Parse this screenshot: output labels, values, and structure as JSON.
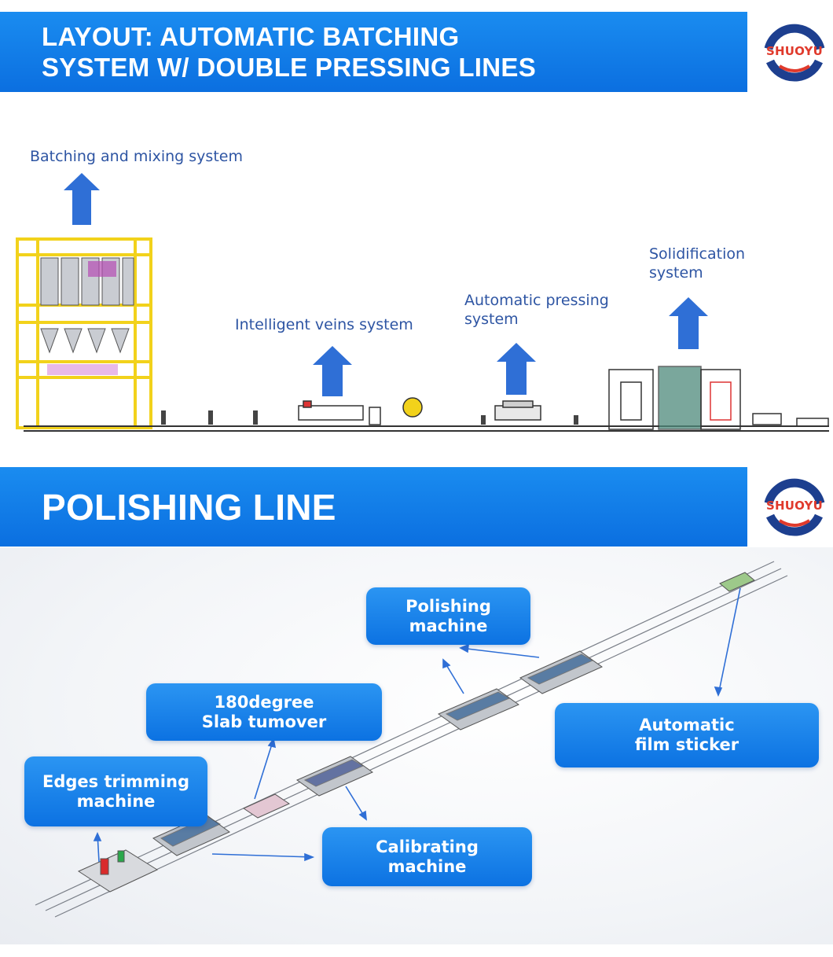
{
  "banner_top": {
    "title": "LAYOUT: AUTOMATIC BATCHING\nSYSTEM W/ DOUBLE PRESSING LINES"
  },
  "banner_bottom": {
    "title": "POLISHING LINE"
  },
  "logo": {
    "text": "SHUOYU"
  },
  "layout_labels": {
    "batching": "Batching and mixing system",
    "veins": "Intelligent veins system",
    "pressing": "Automatic pressing\nsystem",
    "solidification": "Solidification\nsystem"
  },
  "polishing_callouts": {
    "polishing": "Polishing\nmachine",
    "turnover": "180degree\nSlab tumover",
    "film": "Automatic\nfilm sticker",
    "edges": "Edges trimming\nmachine",
    "calibrating": "Calibrating\nmachine"
  },
  "colors": {
    "banner_blue": "#0b6fe0",
    "label_blue": "#2e55a3",
    "arrow_blue": "#2f6fd6",
    "frame_yellow": "#f2d21b",
    "logo_red": "#e03a2c",
    "logo_navy": "#1d3f8f"
  }
}
